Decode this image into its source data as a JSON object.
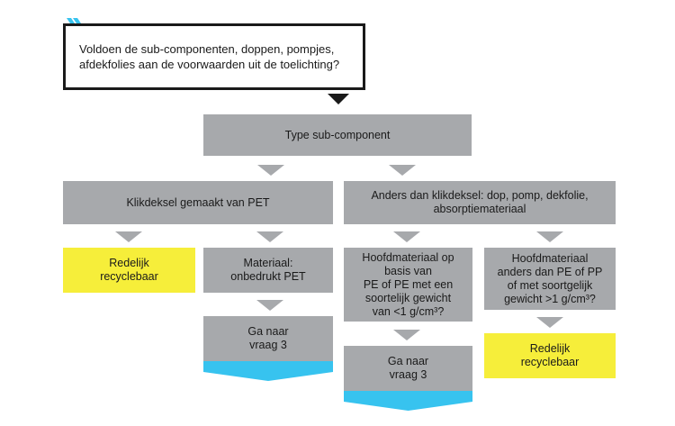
{
  "question": "Voldoen de sub-componenten, doppen, pompjes,\nafdekfolies aan de voorwaarden uit de toelichting?",
  "type_box": "Type sub-component",
  "left_branch": "Klikdeksel gemaakt van PET",
  "right_branch": "Anders dan klikdeksel: dop, pomp, dekfolie,\nabsorptiemateriaal",
  "left_yellow": "Redelijk\nrecyclebaar",
  "material_box": "Materiaal:\nonbedrukt PET",
  "goto_left": "Ga naar\nvraag 3",
  "pe_box": "Hoofdmateriaal op\nbasis van\nPE of PE met een\nsoortelijk gewicht\nvan <1 g/cm³?",
  "other_box": "Hoofdmateriaal\nanders dan PE of PP\nof met soortgelijk\ngewicht >1 g/cm³?",
  "goto_right": "Ga naar\nvraag 3",
  "right_yellow": "Redelijk\nrecyclebaar",
  "colors": {
    "grey": "#a7a9ac",
    "yellow": "#f6ee3a",
    "cyan": "#37c3ef",
    "black": "#1a1a1a"
  }
}
